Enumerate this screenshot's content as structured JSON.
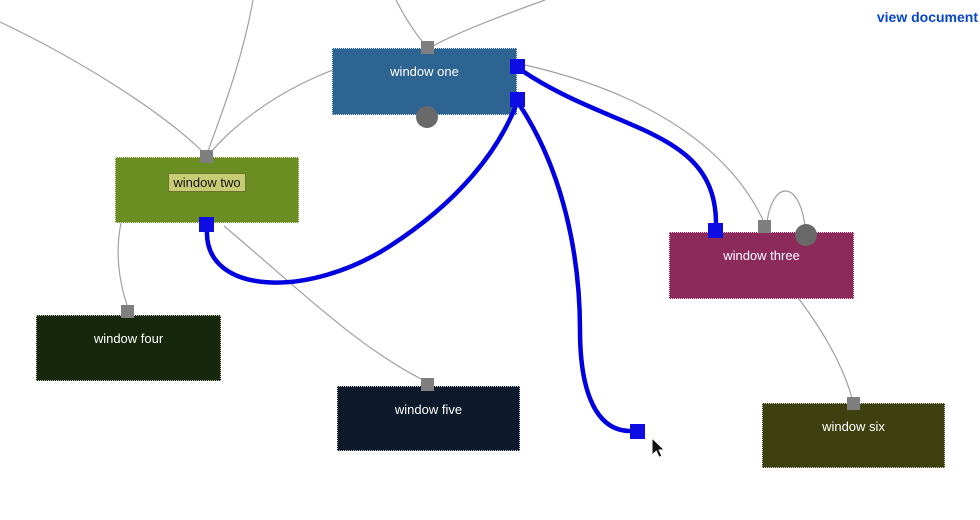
{
  "page": {
    "view_document_label": "view document",
    "background": "#ffffff",
    "editing_label_bg": "#c6cc74"
  },
  "windows": [
    {
      "label": "window one",
      "color": "#2e6491"
    },
    {
      "label": "window two",
      "color": "#6b8e23",
      "label_state": "editing"
    },
    {
      "label": "window three",
      "color": "#8d2a5c"
    },
    {
      "label": "window four",
      "color": "#17270c"
    },
    {
      "label": "window five",
      "color": "#0d1a2b"
    },
    {
      "label": "window six",
      "color": "#3f400f"
    }
  ],
  "connections": {
    "active_color": "#0000e0",
    "idle_color": "#a0a0a0",
    "active": [
      {
        "from": "window two bottom port",
        "to": "window one right lower port"
      },
      {
        "from": "window one right upper port",
        "to": "window three top port"
      },
      {
        "from": "window one right lower port",
        "to": "dragged port at cursor"
      }
    ]
  },
  "handles": {
    "gray_square_color": "#7f7f7f",
    "gray_circle_color": "#696969",
    "blue_port_color": "#0d0de4"
  }
}
